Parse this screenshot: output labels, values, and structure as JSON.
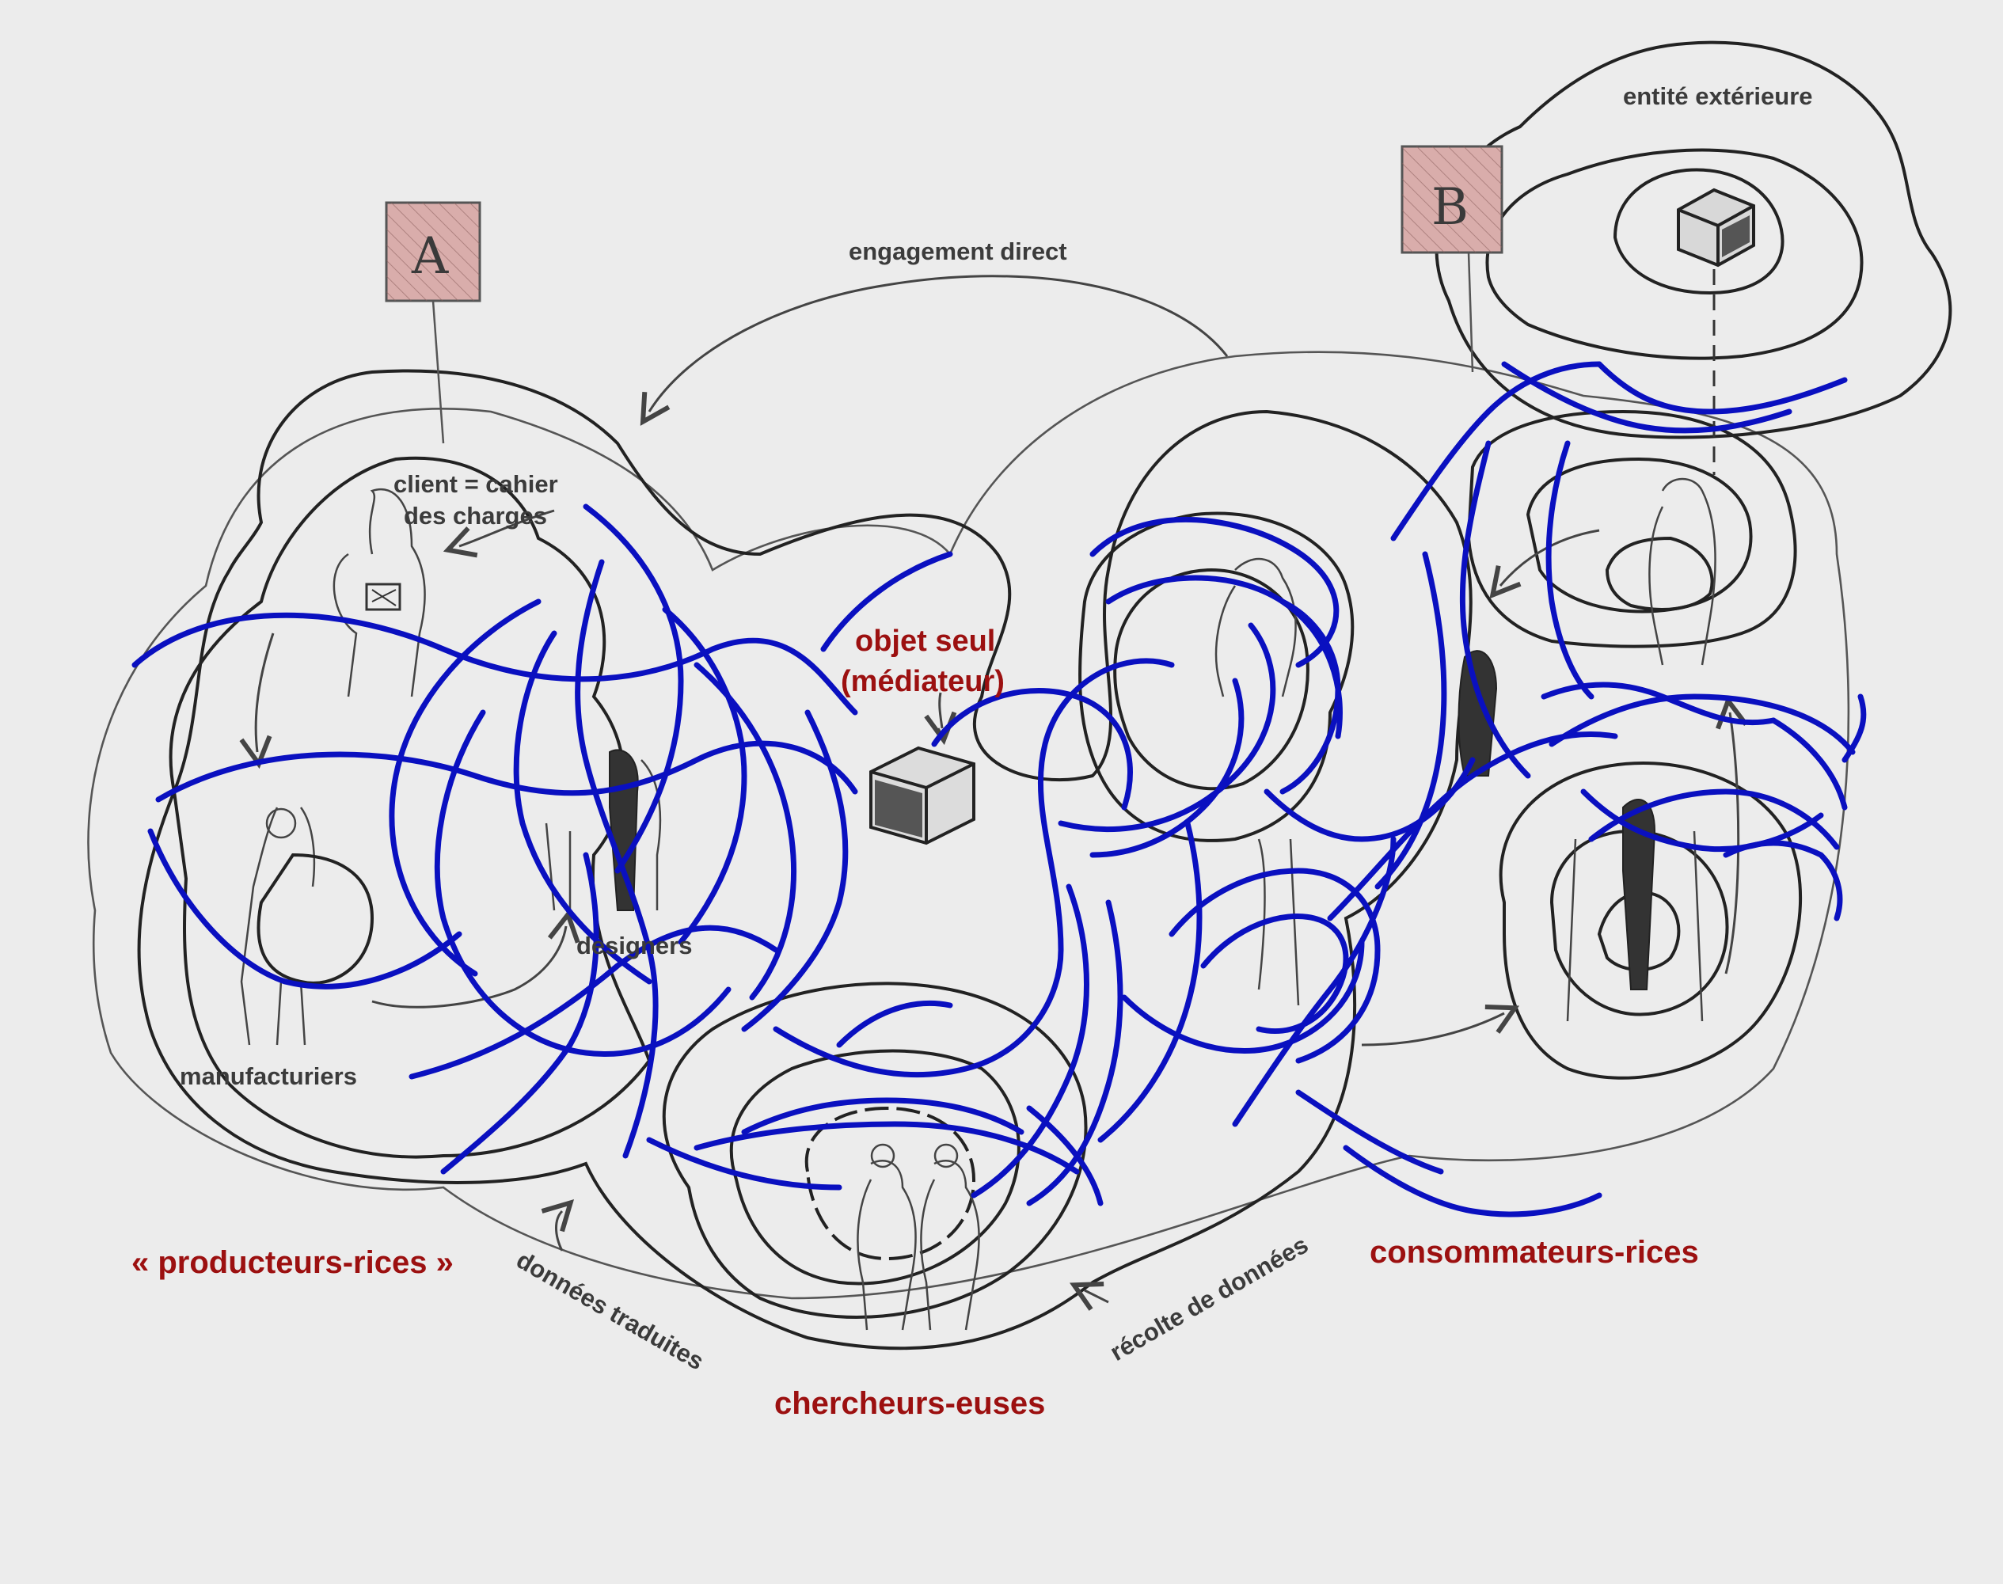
{
  "labels": {
    "engagement": "engagement direct",
    "entite": "entité extérieure",
    "client_line1": "client = cahier",
    "client_line2": "des charges",
    "objet_line1": "objet seul",
    "objet_line2": "(médiateur)",
    "designers": "designers",
    "manufacturiers": "manufacturiers",
    "producteurs": "« producteurs-rices »",
    "consommateurs": "consommateurs-rices",
    "chercheurs": "chercheurs-euses",
    "donnees_traduites": "données traduites",
    "recolte": "récolte de données"
  },
  "boxes": {
    "a": "A",
    "b": "B",
    "fill_color": "#d9adab"
  },
  "colors": {
    "background": "#ececec",
    "mesh_blue": "#0a10c0",
    "label_red": "#9c1010",
    "label_grey": "#3b3b3b"
  }
}
